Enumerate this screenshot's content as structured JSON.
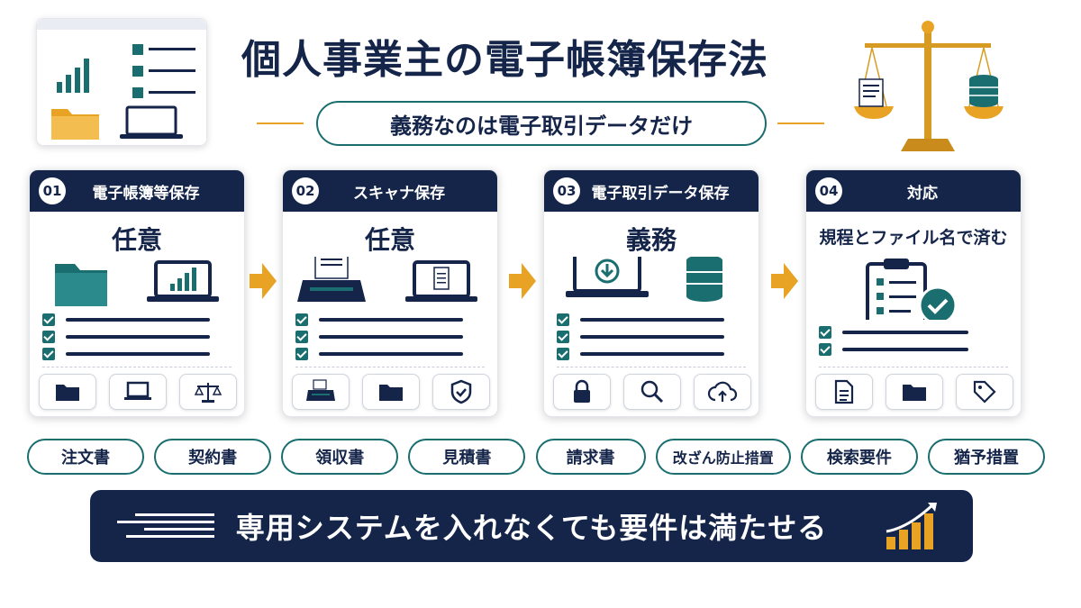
{
  "header": {
    "title": "個人事業主の電子帳簿保存法",
    "subtitle": "義務なのは電子取引データだけ"
  },
  "steps": [
    {
      "num": "01",
      "title": "電子帳簿等保存",
      "status": "任意",
      "icons": [
        "folder-icon",
        "laptop-chart-icon"
      ],
      "tiles": [
        "folder-icon",
        "laptop-icon",
        "scale-icon"
      ]
    },
    {
      "num": "02",
      "title": "スキャナ保存",
      "status": "任意",
      "icons": [
        "scanner-icon",
        "laptop-document-icon"
      ],
      "tiles": [
        "scanner-icon",
        "folder-icon",
        "shield-icon"
      ]
    },
    {
      "num": "03",
      "title": "電子取引データ保存",
      "status": "義務",
      "icons": [
        "laptop-download-icon",
        "database-icon"
      ],
      "tiles": [
        "lock-icon",
        "search-icon",
        "cloud-upload-icon"
      ]
    },
    {
      "num": "04",
      "title": "対応",
      "status": "規程とファイル名で済む",
      "icons": [
        "clipboard-check-icon"
      ],
      "tiles": [
        "document-icon",
        "folder-icon",
        "tag-icon"
      ]
    }
  ],
  "tags": [
    "注文書",
    "契約書",
    "領収書",
    "見積書",
    "請求書",
    "改ざん防止措置",
    "検索要件",
    "猶予措置"
  ],
  "banner": {
    "text": "専用システムを入れなくても要件は満たせる"
  },
  "colors": {
    "navy": "#15254a",
    "teal": "#1a6e70",
    "gold": "#e8a325"
  }
}
